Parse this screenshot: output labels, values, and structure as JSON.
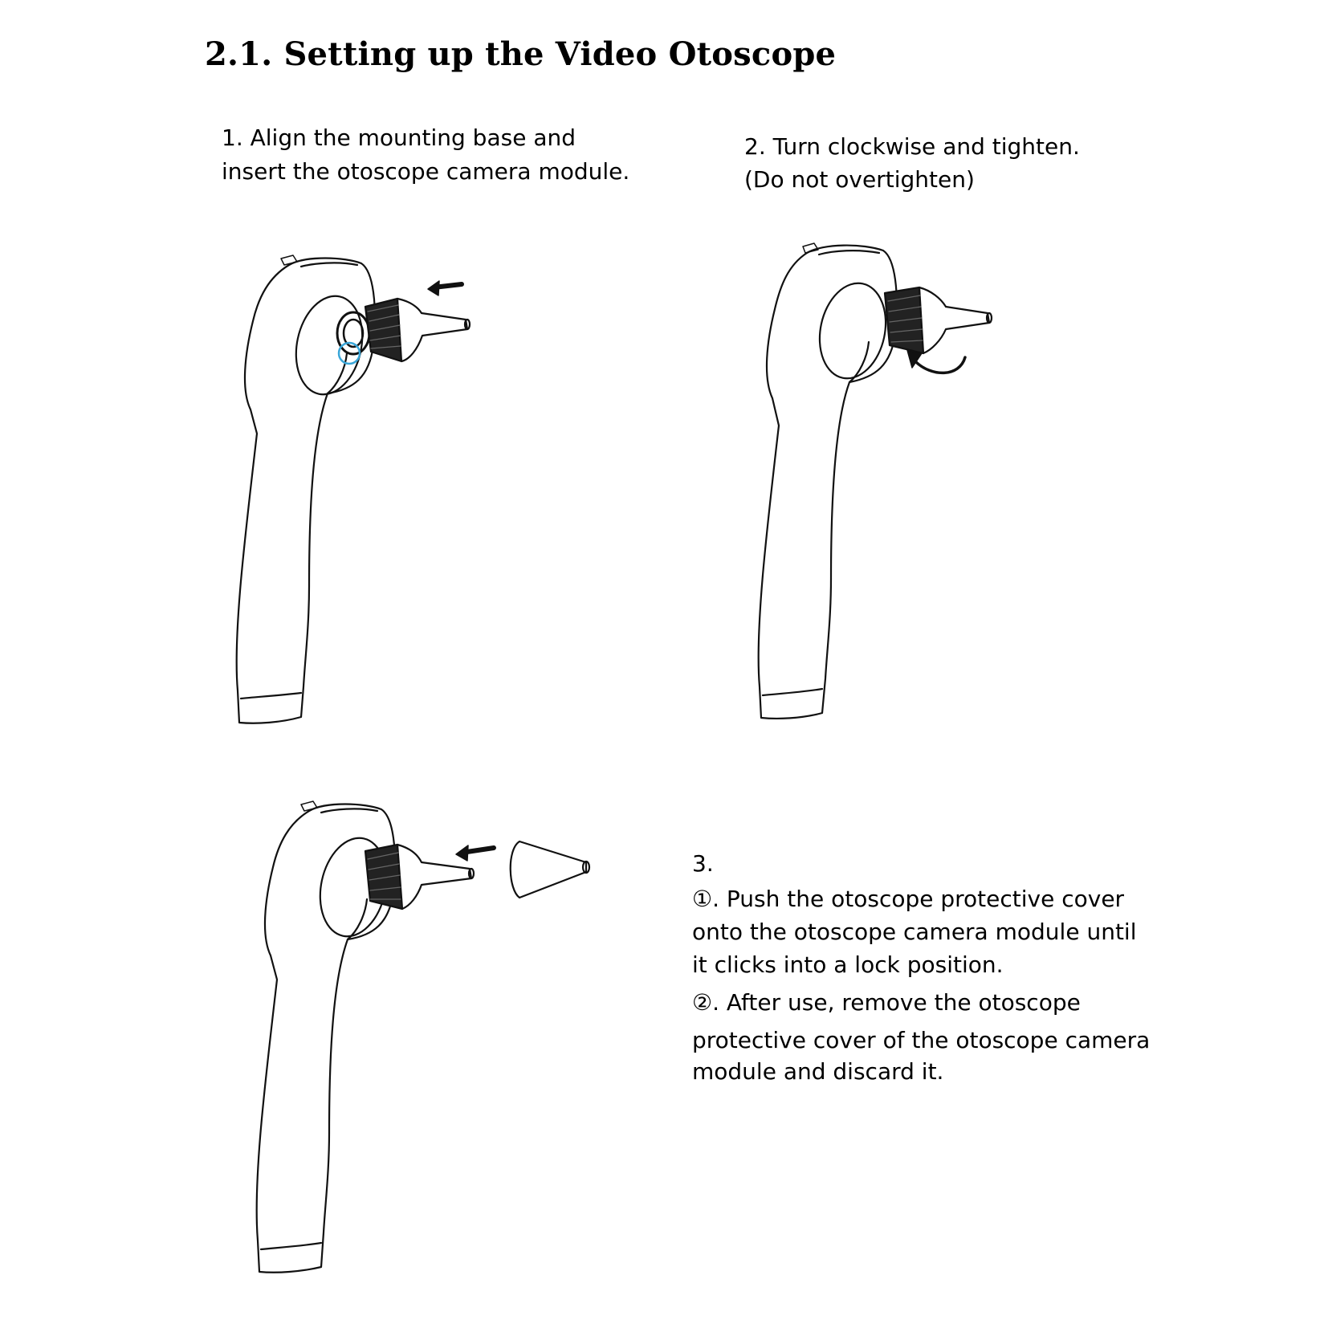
{
  "page": {
    "title": "2.1. Setting up the Video Otoscope"
  },
  "step1": {
    "lines": [
      "1. Align the mounting base and",
      "insert the otoscope camera module."
    ]
  },
  "step2": {
    "lines": [
      "2. Turn clockwise and tighten.",
      "(Do not overtighten)"
    ]
  },
  "step3": {
    "number": "3.",
    "lines": [
      "①. Push the otoscope protective cover",
      "onto the otoscope camera module until",
      "it clicks into a lock position.",
      "②. After use, remove the otoscope",
      "protective cover of the otoscope camera",
      "module and discard it."
    ]
  },
  "icons": {
    "figure1": "otoscope-insert-module-illustration",
    "figure2": "otoscope-turn-clockwise-illustration",
    "figure3": "otoscope-attach-cover-illustration"
  },
  "colors": {
    "ink": "#111111",
    "highlight": "#3aa6d8"
  }
}
